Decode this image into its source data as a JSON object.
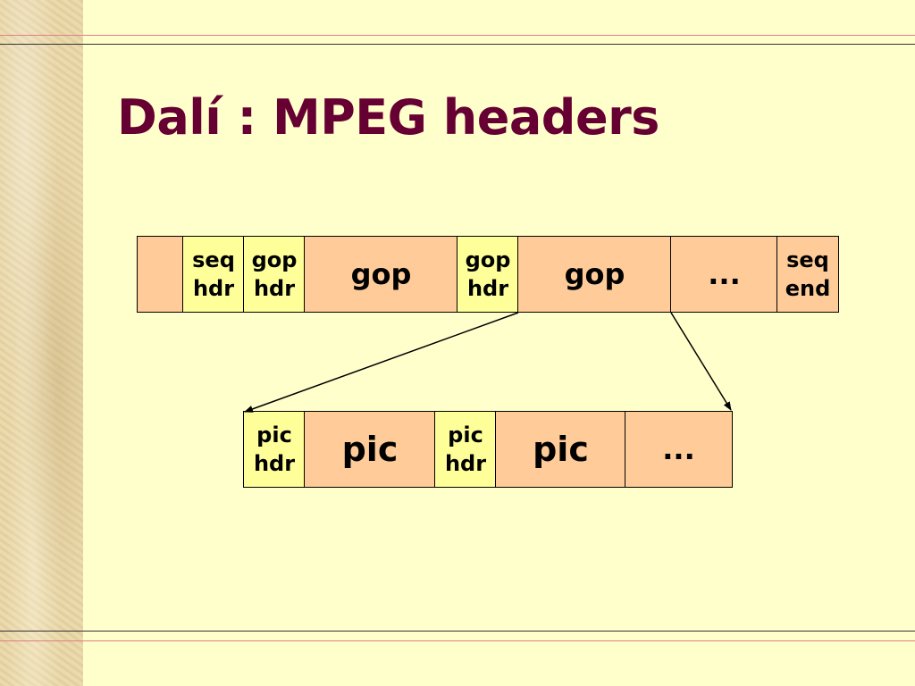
{
  "slide": {
    "title": "Dalí : MPEG headers"
  },
  "sequence_row": {
    "cells": [
      {
        "label": ""
      },
      {
        "label": "seq\nhdr"
      },
      {
        "label": "gop\nhdr"
      },
      {
        "label": "gop"
      },
      {
        "label": "gop\nhdr"
      },
      {
        "label": "gop"
      },
      {
        "label": "..."
      },
      {
        "label": "seq\nend"
      }
    ]
  },
  "gop_row": {
    "cells": [
      {
        "label": "pic\nhdr"
      },
      {
        "label": "pic"
      },
      {
        "label": "pic\nhdr"
      },
      {
        "label": "pic"
      },
      {
        "label": "..."
      }
    ]
  },
  "colors": {
    "background": "#ffffcc",
    "title": "#660033",
    "data_cell": "#ffcc99",
    "header_cell": "#ffff99",
    "rule_red": "#e08080",
    "rule_dark": "#333333"
  }
}
